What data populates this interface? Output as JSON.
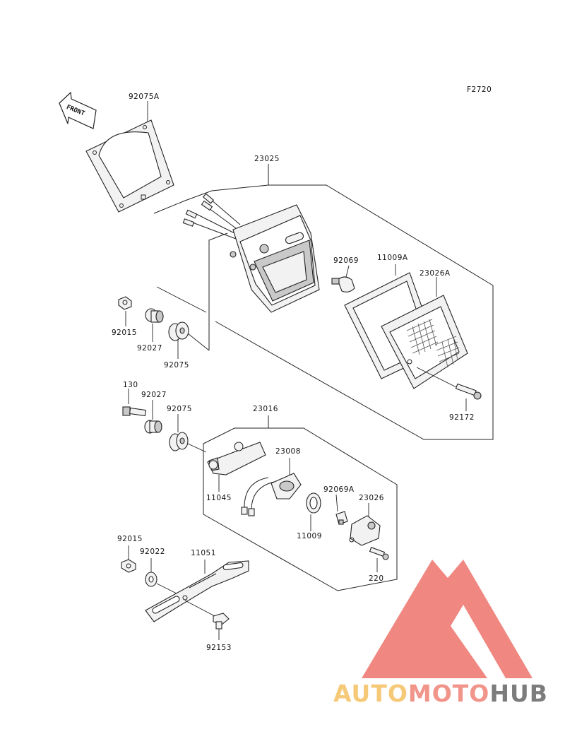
{
  "diagram_code": "F2720",
  "direction_arrow": {
    "label": "FRONT",
    "icon": "front-arrow-icon"
  },
  "parts": [
    {
      "id": "92075A"
    },
    {
      "id": "23025"
    },
    {
      "id": "92069"
    },
    {
      "id": "11009A"
    },
    {
      "id": "23026A"
    },
    {
      "id": "92015"
    },
    {
      "id": "92027"
    },
    {
      "id": "92075"
    },
    {
      "id": "92172"
    },
    {
      "id": "130"
    },
    {
      "id": "92027"
    },
    {
      "id": "92075"
    },
    {
      "id": "23016"
    },
    {
      "id": "23008"
    },
    {
      "id": "11045"
    },
    {
      "id": "92069A"
    },
    {
      "id": "23026"
    },
    {
      "id": "11009"
    },
    {
      "id": "220"
    },
    {
      "id": "92015"
    },
    {
      "id": "92022"
    },
    {
      "id": "11051"
    },
    {
      "id": "92153"
    }
  ],
  "watermark": {
    "words": [
      "AUTO",
      "MOTO",
      "HUB"
    ],
    "colors": {
      "auto": "#f5c46a",
      "moto": "#f08a7e",
      "hub": "#6e6e6e",
      "mark": "#ef7b74"
    }
  }
}
